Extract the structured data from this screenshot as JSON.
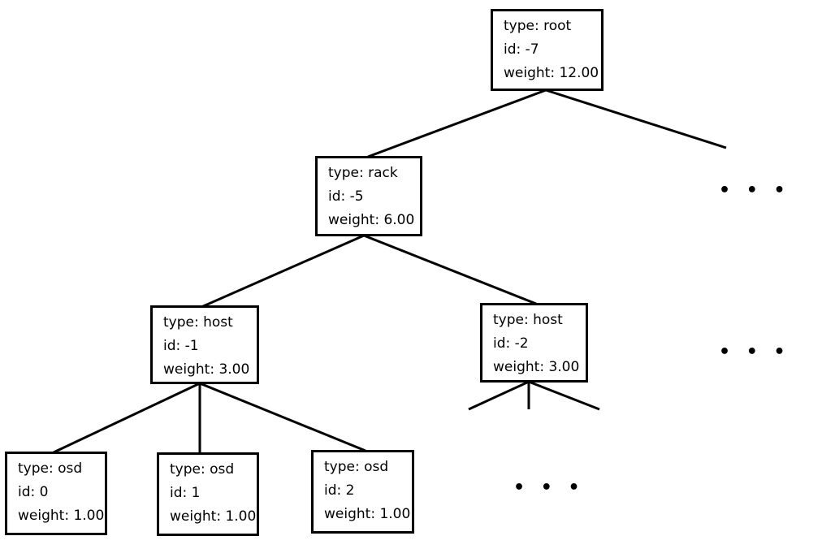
{
  "nodes": {
    "root": {
      "type": "type: root",
      "id": "id: -7",
      "weight": "weight: 12.00"
    },
    "rack": {
      "type": "type: rack",
      "id": "id: -5",
      "weight": "weight: 6.00"
    },
    "host1": {
      "type": "type: host",
      "id": "id: -1",
      "weight": "weight: 3.00"
    },
    "host2": {
      "type": "type: host",
      "id": "id: -2",
      "weight": "weight: 3.00"
    },
    "osd0": {
      "type": "type: osd",
      "id": "id: 0",
      "weight": "weight: 1.00"
    },
    "osd1": {
      "type": "type: osd",
      "id": "id: 1",
      "weight": "weight: 1.00"
    },
    "osd2": {
      "type": "type: osd",
      "id": "id: 2",
      "weight": "weight: 1.00"
    }
  },
  "ellipsis": {
    "root_more": "• • •",
    "rack_more": "• • •",
    "osd_more": "• • •"
  },
  "colors": {
    "line": "#000000",
    "box_border": "#000000",
    "background": "#ffffff"
  }
}
